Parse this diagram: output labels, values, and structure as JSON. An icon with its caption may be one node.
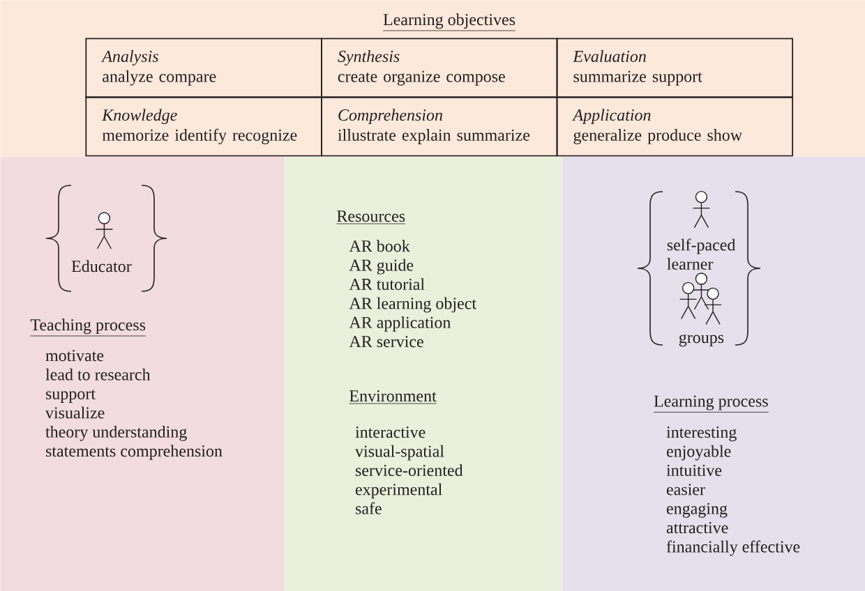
{
  "diagram": {
    "nodes": [
      {
        "text": [
          "Learning objectives"
        ]
      },
      {
        "text": [
          "Analysis",
          "analyze compare"
        ],
        "in": 0
      },
      {
        "text": [
          "Synthesis",
          "create organize compose"
        ],
        "in": 0
      },
      {
        "text": [
          "Evaluation",
          "summarize support"
        ],
        "in": 0
      },
      {
        "text": [
          "Knowledge",
          "memorize identify recognize"
        ],
        "in": 0
      },
      {
        "text": [
          "Comprehension",
          "illustrate explain summarize"
        ],
        "in": 0
      },
      {
        "text": [
          "Application",
          "generalize produce show"
        ],
        "in": 0
      },
      {
        "text": [
          "Teaching process",
          "motivate",
          "lead to research",
          "support",
          "visualize",
          "theory understanding",
          "statements comprehension"
        ]
      },
      {
        "text": [
          "Educator"
        ],
        "in": 7
      },
      {
        "text": [
          "Resources",
          "AR book",
          "AR guide",
          "AR tutorial",
          "AR learning object",
          "AR application",
          "AR service",
          "Environment",
          "interactive",
          "visual-spatial",
          "service-oriented",
          "experimental",
          "safe"
        ]
      },
      {
        "text": [
          "Learning process",
          "interesting",
          "enjoyable",
          "intuitive",
          "easier",
          "engaging",
          "attractive",
          "financially effective"
        ]
      },
      {
        "text": [
          "self-paced learner",
          "groups"
        ],
        "in": 10
      }
    ]
  }
}
